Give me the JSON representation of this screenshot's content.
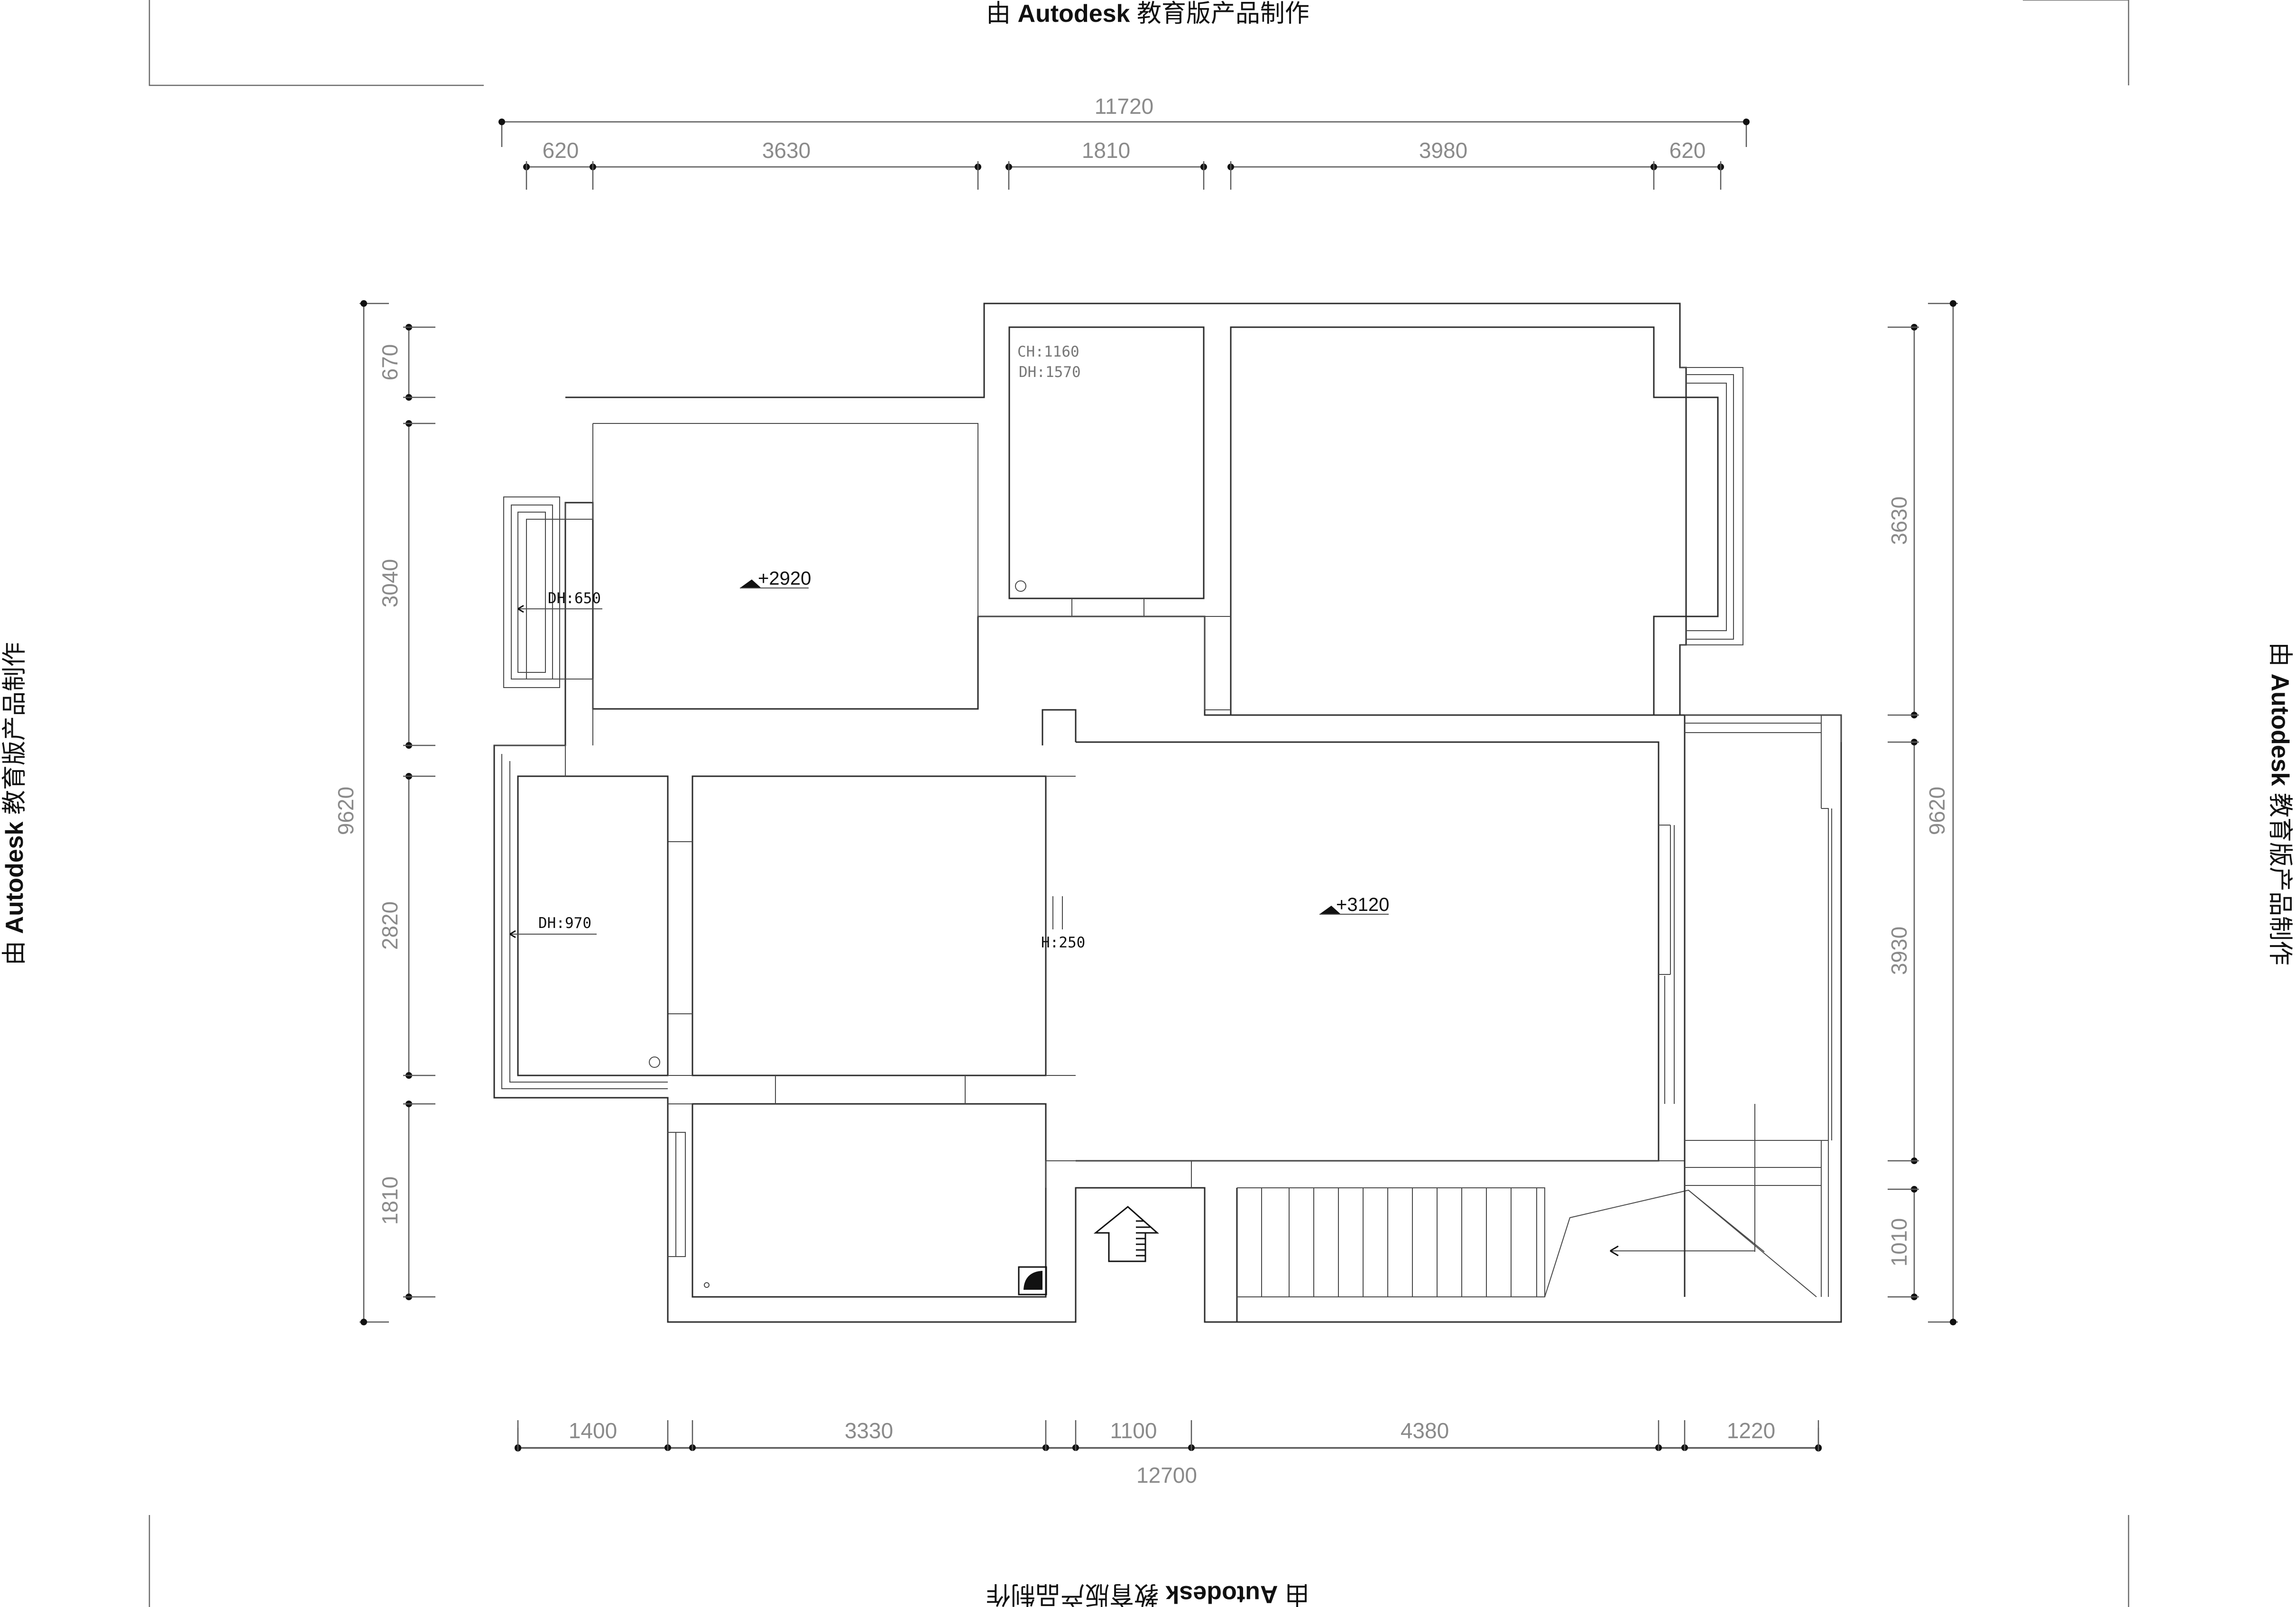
{
  "watermark": {
    "prefix": "由",
    "brand": "Autodesk",
    "suffix": "教育版产品制作"
  },
  "dimensions": {
    "top_total": "11720",
    "top_segments": [
      "620",
      "3630",
      "1810",
      "3980",
      "620"
    ],
    "bottom_total": "12700",
    "bottom_segments": [
      "1400",
      "3330",
      "1100",
      "4380",
      "1220"
    ],
    "left_total": "9620",
    "left_segments": [
      "670",
      "3040",
      "2820",
      "1810"
    ],
    "right_total": "9620",
    "right_segments": [
      "3630",
      "3930",
      "1010"
    ]
  },
  "annotations": {
    "ch_1160": "CH:1160",
    "dh_1570": "DH:1570",
    "dh_650": "DH:650",
    "dh_970": "DH:970",
    "h_250": "H:250",
    "level_2920": "+2920",
    "level_3120": "+3120"
  }
}
